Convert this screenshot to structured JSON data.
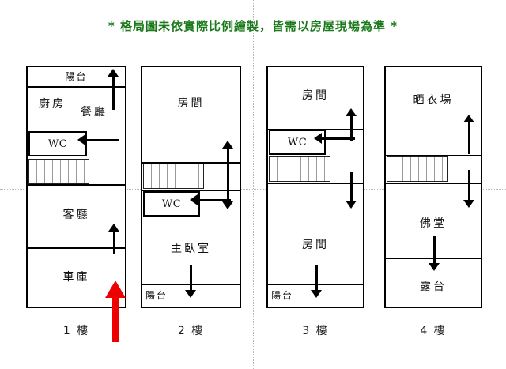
{
  "notice": {
    "text": "* 格局圖未依實際比例繪製，皆需以房屋現場為準 *",
    "color": "#1a7a1a"
  },
  "legend": {
    "entrance_arrow_color": "#ee0000",
    "stair_fill": "#f3f3f3",
    "wall_color": "#000000"
  },
  "floors": [
    {
      "id": "floor-1",
      "label": "1 樓",
      "rooms": [
        {
          "key": "balcony",
          "label": "陽台"
        },
        {
          "key": "kitchen",
          "label": "廚房"
        },
        {
          "key": "dining",
          "label": "餐廳"
        },
        {
          "key": "wc",
          "label": "WC"
        },
        {
          "key": "living",
          "label": "客廳"
        },
        {
          "key": "garage",
          "label": "車庫"
        }
      ],
      "has_entrance_arrow": true
    },
    {
      "id": "floor-2",
      "label": "2 樓",
      "rooms": [
        {
          "key": "room",
          "label": "房間"
        },
        {
          "key": "wc",
          "label": "WC"
        },
        {
          "key": "master",
          "label": "主臥室"
        },
        {
          "key": "balcony",
          "label": "陽台"
        }
      ],
      "has_entrance_arrow": false
    },
    {
      "id": "floor-3",
      "label": "3 樓",
      "rooms": [
        {
          "key": "room_top",
          "label": "房間"
        },
        {
          "key": "wc",
          "label": "WC"
        },
        {
          "key": "room_bottom",
          "label": "房間"
        },
        {
          "key": "balcony",
          "label": "陽台"
        }
      ],
      "has_entrance_arrow": false
    },
    {
      "id": "floor-4",
      "label": "4 樓",
      "rooms": [
        {
          "key": "drying",
          "label": "晒衣場"
        },
        {
          "key": "shrine",
          "label": "佛堂"
        },
        {
          "key": "terrace",
          "label": "露台"
        }
      ],
      "has_entrance_arrow": false
    }
  ]
}
